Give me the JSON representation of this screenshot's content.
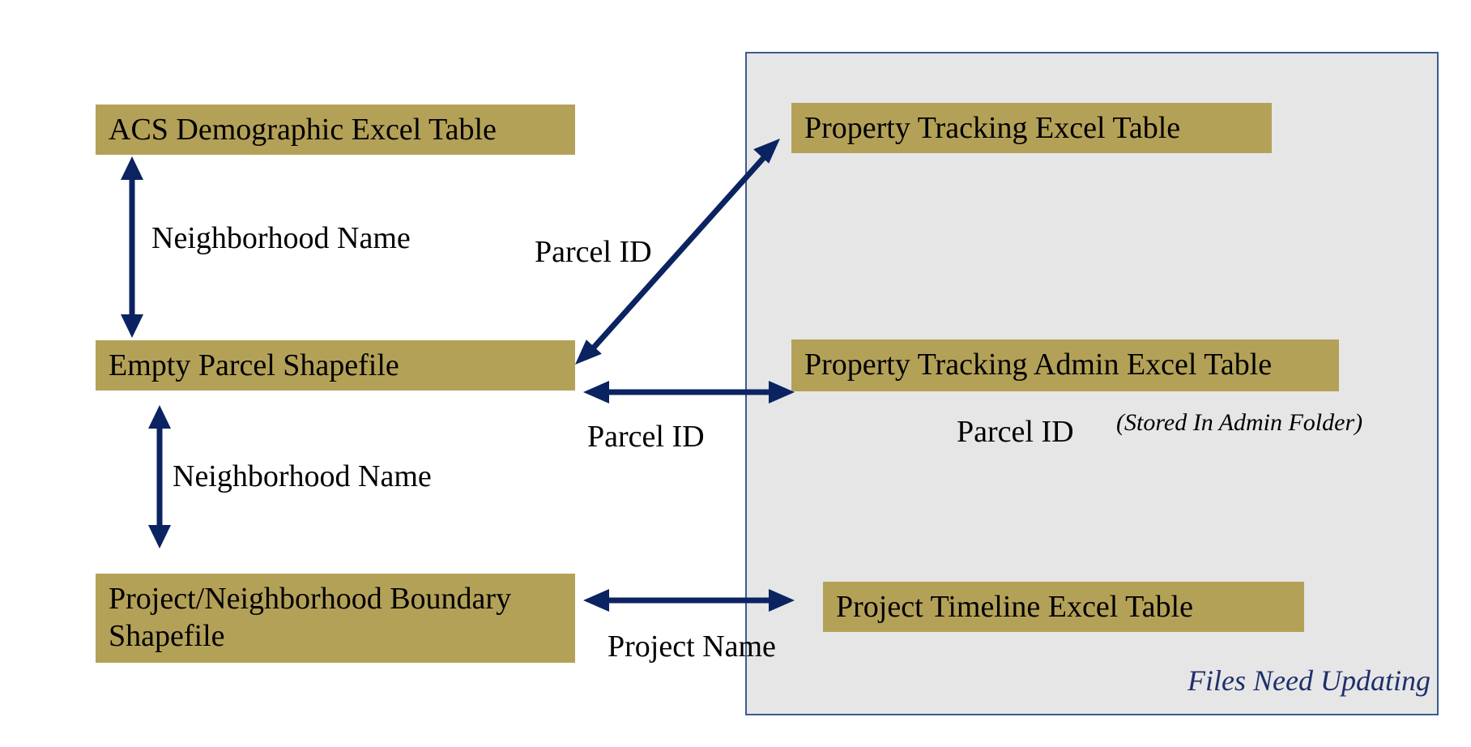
{
  "nodes": {
    "acs": "ACS Demographic Excel Table",
    "parcel": "Empty Parcel Shapefile",
    "boundary": "Project/Neighborhood Boundary Shapefile",
    "tracking": "Property Tracking Excel Table",
    "admin": "Property Tracking Admin Excel Table",
    "timeline": "Project Timeline Excel Table"
  },
  "links": {
    "acs_parcel": "Neighborhood Name",
    "parcel_boundary": "Neighborhood Name",
    "parcel_tracking": "Parcel ID",
    "parcel_admin": "Parcel ID",
    "admin_inner": "Parcel ID",
    "boundary_timeline": "Project Name"
  },
  "notes": {
    "admin_folder": "(Stored In Admin Folder)",
    "region": "Files Need Updating"
  },
  "colors": {
    "node_fill": "#b4a158",
    "arrow": "#0b2361",
    "region_fill": "#e6e6e6",
    "region_border": "#3d5b8f"
  }
}
